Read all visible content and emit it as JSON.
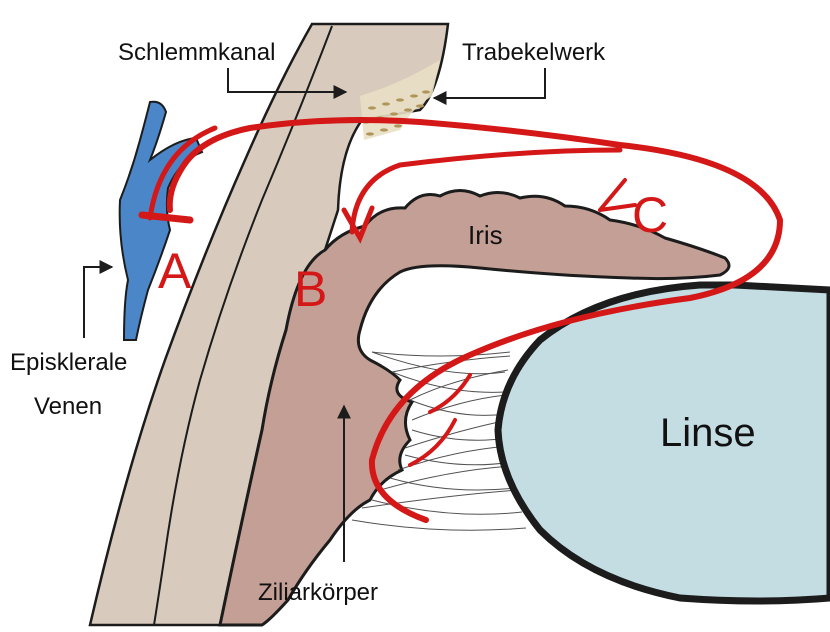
{
  "labels": {
    "schlemmkanal": "Schlemmkanal",
    "trabekelwerk": "Trabekelwerk",
    "iris": "Iris",
    "linse": "Linse",
    "episklerale_1": "Episklerale",
    "episklerale_2": "Venen",
    "ziliarkoerper": "Ziliarkörper"
  },
  "pathway_letters": {
    "a": "A",
    "b": "B",
    "c": "C"
  },
  "colors": {
    "flow_arrow": "#d41717",
    "veins": "#4a86c8",
    "sclera": "#d8cbbd",
    "iris": "#c39f95",
    "lens": "#c3dde3",
    "outline": "#1c1c1c"
  }
}
